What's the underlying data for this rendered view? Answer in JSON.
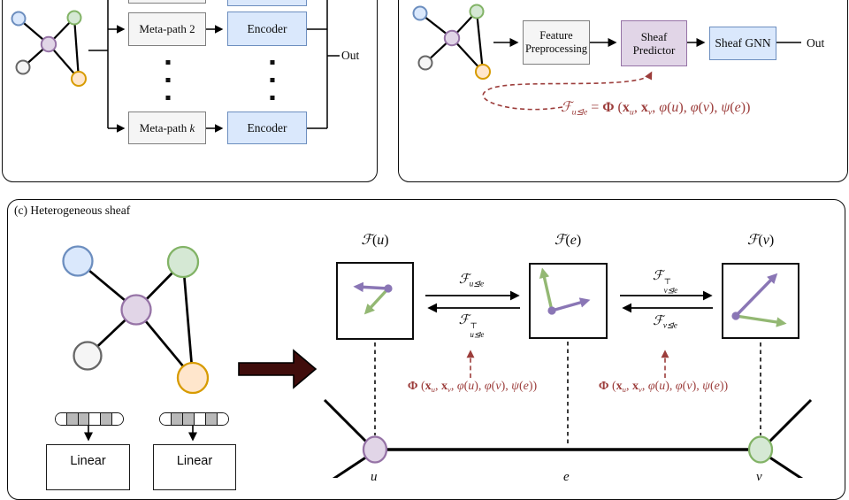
{
  "colors": {
    "accent_red": "#9c3d3b",
    "arrow_maroon": "#400d0c",
    "vector_purple": "#8a76b5",
    "vector_green": "#93b873",
    "node_blue_fill": "#dae8fc",
    "node_blue_stroke": "#6c8ebf",
    "node_green_fill": "#d5e8d4",
    "node_green_stroke": "#82b366",
    "node_purple_fill": "#e1d5e7",
    "node_purple_stroke": "#9673a6",
    "node_gray_fill": "#f5f5f5",
    "node_gray_stroke": "#666666",
    "node_orange_fill": "#ffe6cc",
    "node_orange_stroke": "#d79b00"
  },
  "panel_a": {
    "meta_path_2": "Meta-path 2",
    "meta_path_k_tokens": [
      [
        "n",
        "Meta-path "
      ],
      [
        "i",
        "k"
      ]
    ],
    "encoder_2": "Encoder",
    "encoder_k": "Encoder",
    "out_label": "Out"
  },
  "panel_b": {
    "feature_preprocessing": [
      "Feature",
      "Preprocessing"
    ],
    "sheaf_predictor": [
      "Sheaf",
      "Predictor"
    ],
    "sheaf_gnn": "Sheaf GNN",
    "out_label": "Out",
    "formula": [
      [
        "i",
        "ℱ"
      ],
      [
        "sub",
        "u⊴e"
      ],
      [
        "n",
        " = "
      ],
      [
        "b",
        "Φ"
      ],
      [
        "n",
        " ("
      ],
      [
        "b",
        "x"
      ],
      [
        "sub",
        "u"
      ],
      [
        "n",
        ", "
      ],
      [
        "b",
        "x"
      ],
      [
        "sub",
        "v"
      ],
      [
        "n",
        ", "
      ],
      [
        "i",
        "φ"
      ],
      [
        "n",
        "("
      ],
      [
        "i",
        "u"
      ],
      [
        "n",
        "), "
      ],
      [
        "i",
        "φ"
      ],
      [
        "n",
        "("
      ],
      [
        "i",
        "v"
      ],
      [
        "n",
        "), "
      ],
      [
        "i",
        "ψ"
      ],
      [
        "n",
        "("
      ],
      [
        "i",
        "e"
      ],
      [
        "n",
        "))"
      ]
    ]
  },
  "panel_c": {
    "title": "(c) Heterogeneous sheaf",
    "stalk_u": [
      [
        "i",
        "ℱ"
      ],
      [
        "n",
        "("
      ],
      [
        "i",
        "u"
      ],
      [
        "n",
        ")"
      ]
    ],
    "stalk_e": [
      [
        "i",
        "ℱ"
      ],
      [
        "n",
        "("
      ],
      [
        "i",
        "e"
      ],
      [
        "n",
        ")"
      ]
    ],
    "stalk_v": [
      [
        "i",
        "ℱ"
      ],
      [
        "n",
        "("
      ],
      [
        "i",
        "v"
      ],
      [
        "n",
        ")"
      ]
    ],
    "map_ue": [
      [
        "i",
        "ℱ"
      ],
      [
        "sub",
        "u⊴e"
      ]
    ],
    "map_ue_t": [
      [
        "i",
        "ℱ"
      ],
      [
        "ss",
        [
          "⊤",
          "u⊴e"
        ]
      ]
    ],
    "map_ve_t": [
      [
        "i",
        "ℱ"
      ],
      [
        "ss",
        [
          "⊤",
          "v⊴e"
        ]
      ]
    ],
    "map_ve": [
      [
        "i",
        "ℱ"
      ],
      [
        "sub",
        "v⊴e"
      ]
    ],
    "phi_left": [
      [
        "b",
        "Φ"
      ],
      [
        "n",
        " ("
      ],
      [
        "b",
        "x"
      ],
      [
        "sub",
        "u"
      ],
      [
        "n",
        ", "
      ],
      [
        "b",
        "x"
      ],
      [
        "sub",
        "v"
      ],
      [
        "n",
        ", "
      ],
      [
        "i",
        "φ"
      ],
      [
        "n",
        "("
      ],
      [
        "i",
        "u"
      ],
      [
        "n",
        "), "
      ],
      [
        "i",
        "φ"
      ],
      [
        "n",
        "("
      ],
      [
        "i",
        "v"
      ],
      [
        "n",
        "), "
      ],
      [
        "i",
        "ψ"
      ],
      [
        "n",
        "("
      ],
      [
        "i",
        "e"
      ],
      [
        "n",
        "))"
      ]
    ],
    "phi_right": [
      [
        "b",
        "Φ"
      ],
      [
        "n",
        " ("
      ],
      [
        "b",
        "x"
      ],
      [
        "sub",
        "u"
      ],
      [
        "n",
        ", "
      ],
      [
        "b",
        "x"
      ],
      [
        "sub",
        "v"
      ],
      [
        "n",
        ", "
      ],
      [
        "i",
        "φ"
      ],
      [
        "n",
        "("
      ],
      [
        "i",
        "u"
      ],
      [
        "n",
        "), "
      ],
      [
        "i",
        "φ"
      ],
      [
        "n",
        "("
      ],
      [
        "i",
        "v"
      ],
      [
        "n",
        "), "
      ],
      [
        "i",
        "ψ"
      ],
      [
        "n",
        "("
      ],
      [
        "i",
        "e"
      ],
      [
        "n",
        "))"
      ]
    ],
    "linear_left": "Linear",
    "linear_right": "Linear",
    "label_u": "u",
    "label_e": "e",
    "label_v": "v",
    "pill_left": [
      "w",
      "g",
      "g",
      "w",
      "g",
      "w"
    ],
    "pill_right": [
      "w",
      "g",
      "g",
      "w",
      "g",
      "w"
    ]
  }
}
